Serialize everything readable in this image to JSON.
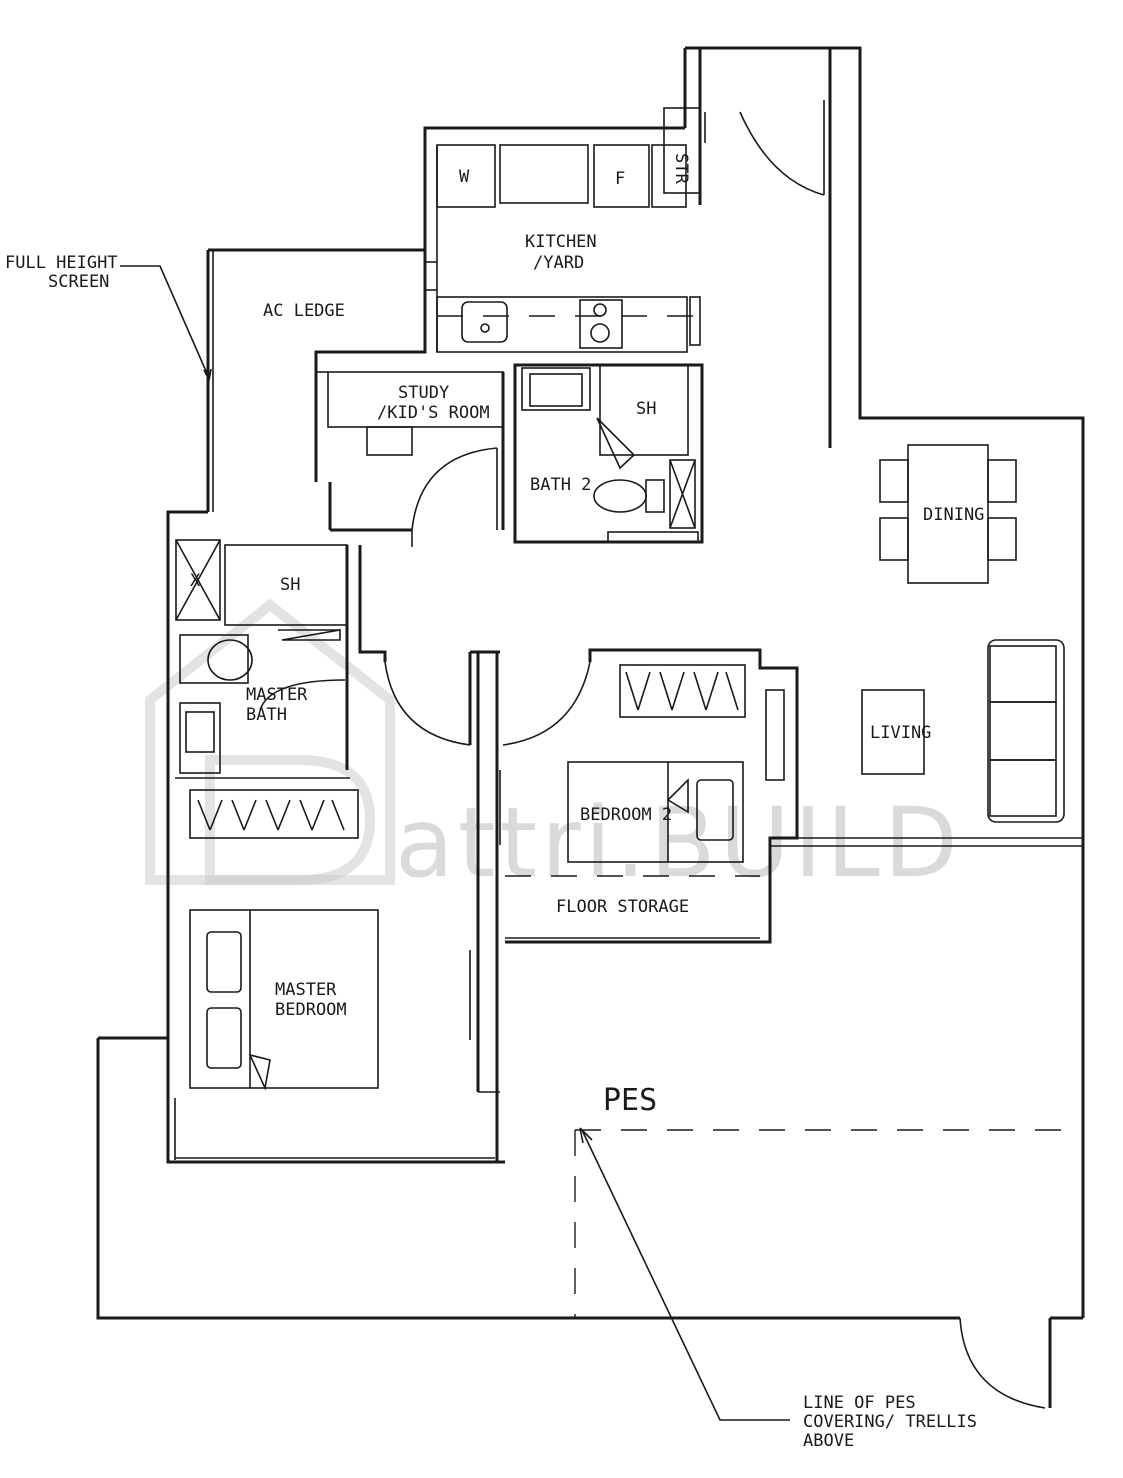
{
  "rooms": {
    "kitchen": [
      "KITCHEN",
      "/YARD"
    ],
    "ac_ledge": "AC LEDGE",
    "study": [
      "STUDY",
      "/KID'S ROOM"
    ],
    "bath2": "BATH 2",
    "dining": "DINING",
    "living": "LIVING",
    "master_bath": [
      "MASTER",
      "BATH"
    ],
    "bedroom2": "BEDROOM 2",
    "floor_storage": "FLOOR STORAGE",
    "master_bedroom": [
      "MASTER",
      "BEDROOM"
    ],
    "pes": "PES"
  },
  "fixtures": {
    "washer": "W",
    "fridge": "F",
    "store": "STR",
    "shower": "SH",
    "shower_master": "SH",
    "cabinet_x": "X"
  },
  "annotations": {
    "full_height_screen": [
      "FULL HEIGHT",
      "SCREEN"
    ],
    "pes_covering": [
      "LINE OF PES",
      "COVERING/ TRELLIS",
      "ABOVE"
    ]
  },
  "watermark": {
    "text": "attri.BUILD"
  }
}
